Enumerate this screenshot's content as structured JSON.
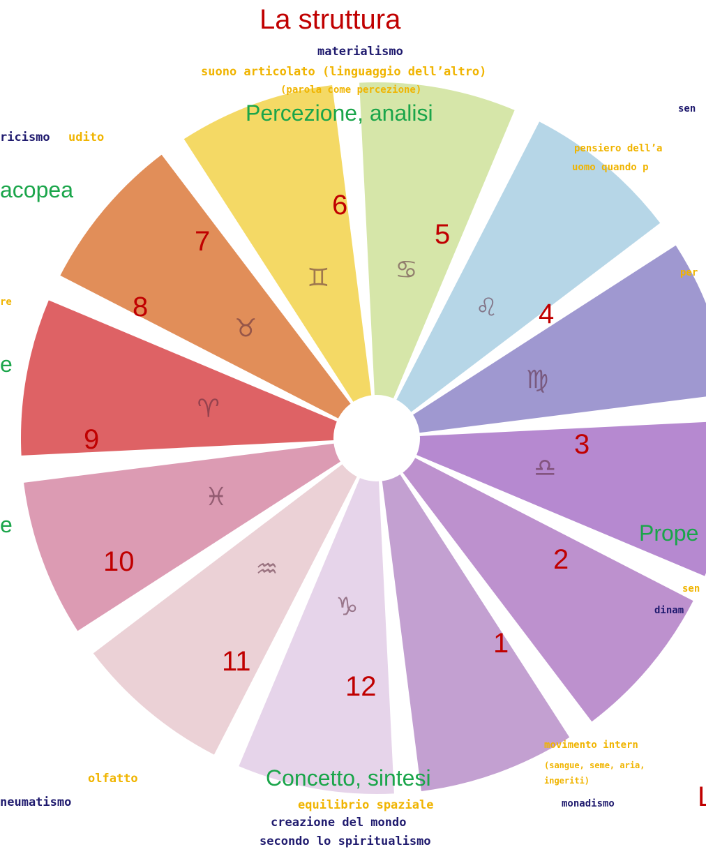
{
  "title": "La struttura",
  "top": {
    "materialism": "materialismo",
    "sound": "suono articolato (linguaggio dell’altro)",
    "word": "(parola come percezione)",
    "perception": "Percezione, analisi"
  },
  "left": {
    "ricismo": "ricismo",
    "udito": "udito",
    "acopea": "acopea",
    "re": "re",
    "e1": "e",
    "e2": "e",
    "olfatto": "olfatto",
    "neumatismo": "neumatismo"
  },
  "right": {
    "sen1": "sen",
    "pensiero": "pensiero dell’a",
    "uomo": "uomo quando p",
    "per": "per",
    "prope": "Prope",
    "sen2": "sen",
    "dinam": "dinam",
    "movimento": "movimento intern",
    "sangue": "(sangue, seme, aria,",
    "ingeriti": "ingeriti)",
    "monadismo": "monadismo",
    "L": "L"
  },
  "bottom": {
    "concept": "Concetto, sintesi",
    "equilibrio": "equilibrio spaziale",
    "creazione": "creazione del mondo",
    "secondo": "secondo lo spiritualismo"
  },
  "sectors": [
    {
      "number": "1",
      "color": "#b98fc9",
      "glyph": ""
    },
    {
      "number": "2",
      "color": "#b27ec6",
      "glyph": ""
    },
    {
      "number": "3",
      "color": "#a974c8",
      "glyph": "♎"
    },
    {
      "number": "4",
      "color": "#8e86c8",
      "glyph": "♍"
    },
    {
      "number": "5",
      "color": "#a9cfe3",
      "glyph": "♌"
    },
    {
      "number": "6",
      "color": "#cfe29a",
      "glyph": "♋"
    },
    {
      "number": "7",
      "color": "#f2d24a",
      "glyph": "♊"
    },
    {
      "number": "8",
      "color": "#dc7a3c",
      "glyph": "♉"
    },
    {
      "number": "9",
      "color": "#d8474a",
      "glyph": "♈"
    },
    {
      "number": "10",
      "color": "#d68aa6",
      "glyph": "♓"
    },
    {
      "number": "11",
      "color": "#e8c9cf",
      "glyph": "♒"
    },
    {
      "number": "12",
      "color": "#e2cde6",
      "glyph": "♑"
    }
  ]
}
